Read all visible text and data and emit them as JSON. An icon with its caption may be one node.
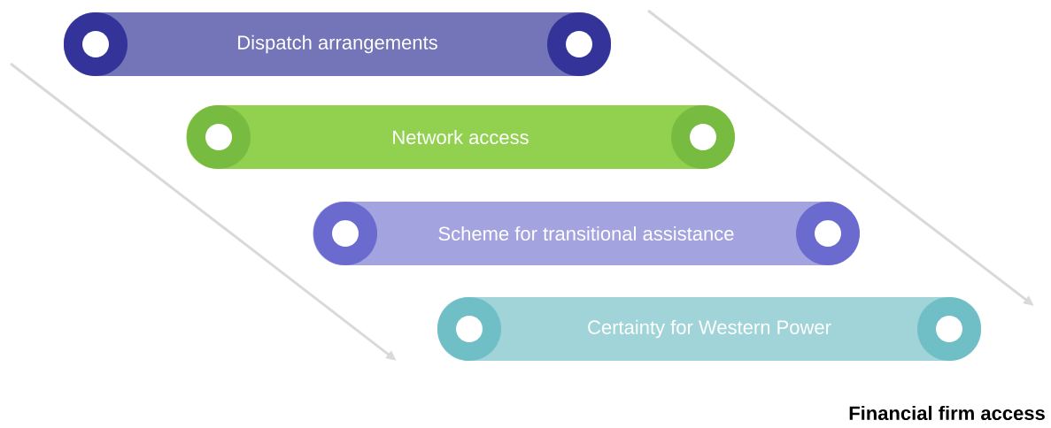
{
  "diagram": {
    "nodes": [
      {
        "text": [
          "Dispatch arrangements"
        ]
      },
      {
        "text": [
          "Network access"
        ]
      },
      {
        "text": [
          "Scheme for transitional assistance"
        ]
      },
      {
        "text": [
          "Certainty for Western Power"
        ]
      }
    ],
    "labels": [
      "Financial firm access"
    ]
  }
}
